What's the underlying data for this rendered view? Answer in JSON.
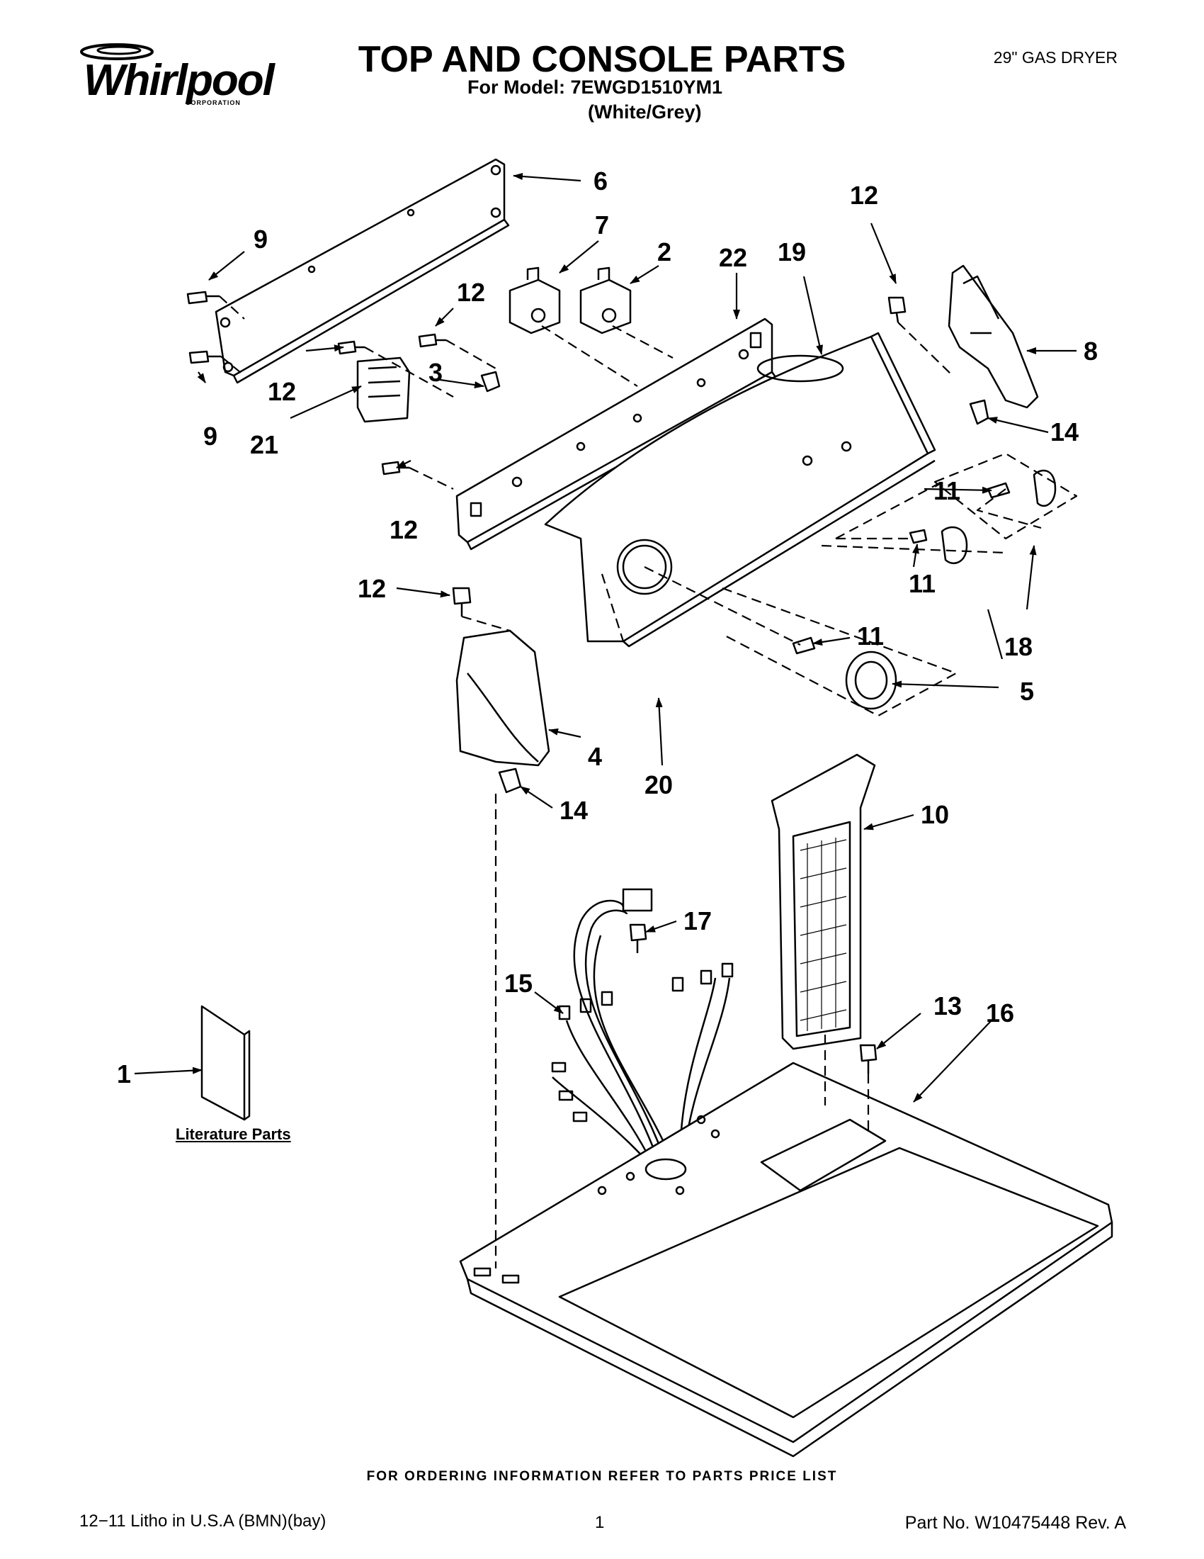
{
  "header": {
    "brand": "Whirlpool",
    "brand_sub": "CORPORATION",
    "title": "TOP AND CONSOLE PARTS",
    "model_line": "For Model: 7EWGD1510YM1",
    "variant": "(White/Grey)",
    "product": "29\" GAS DRYER"
  },
  "callouts": [
    {
      "id": "c6",
      "text": "6"
    },
    {
      "id": "c9a",
      "text": "9"
    },
    {
      "id": "c7",
      "text": "7"
    },
    {
      "id": "c2",
      "text": "2"
    },
    {
      "id": "c22",
      "text": "22"
    },
    {
      "id": "c19",
      "text": "19"
    },
    {
      "id": "c12a",
      "text": "12"
    },
    {
      "id": "c12b",
      "text": "12"
    },
    {
      "id": "c8",
      "text": "8"
    },
    {
      "id": "c3",
      "text": "3"
    },
    {
      "id": "c12c",
      "text": "12"
    },
    {
      "id": "c9b",
      "text": "9"
    },
    {
      "id": "c21",
      "text": "21"
    },
    {
      "id": "c14a",
      "text": "14"
    },
    {
      "id": "c11a",
      "text": "11"
    },
    {
      "id": "c12d",
      "text": "12"
    },
    {
      "id": "c11b",
      "text": "11"
    },
    {
      "id": "c12e",
      "text": "12"
    },
    {
      "id": "c11c",
      "text": "11"
    },
    {
      "id": "c18",
      "text": "18"
    },
    {
      "id": "c5",
      "text": "5"
    },
    {
      "id": "c4",
      "text": "4"
    },
    {
      "id": "c20",
      "text": "20"
    },
    {
      "id": "c14b",
      "text": "14"
    },
    {
      "id": "c10",
      "text": "10"
    },
    {
      "id": "c17",
      "text": "17"
    },
    {
      "id": "c15",
      "text": "15"
    },
    {
      "id": "c13",
      "text": "13"
    },
    {
      "id": "c16",
      "text": "16"
    },
    {
      "id": "c1",
      "text": "1"
    }
  ],
  "literature_label": "Literature Parts",
  "footer": {
    "order_note": "FOR ORDERING INFORMATION REFER TO PARTS PRICE LIST",
    "litho": "12−11 Litho in U.S.A (BMN)(bay)",
    "page": "1",
    "part_no": "Part No. W10475448 Rev. A"
  }
}
